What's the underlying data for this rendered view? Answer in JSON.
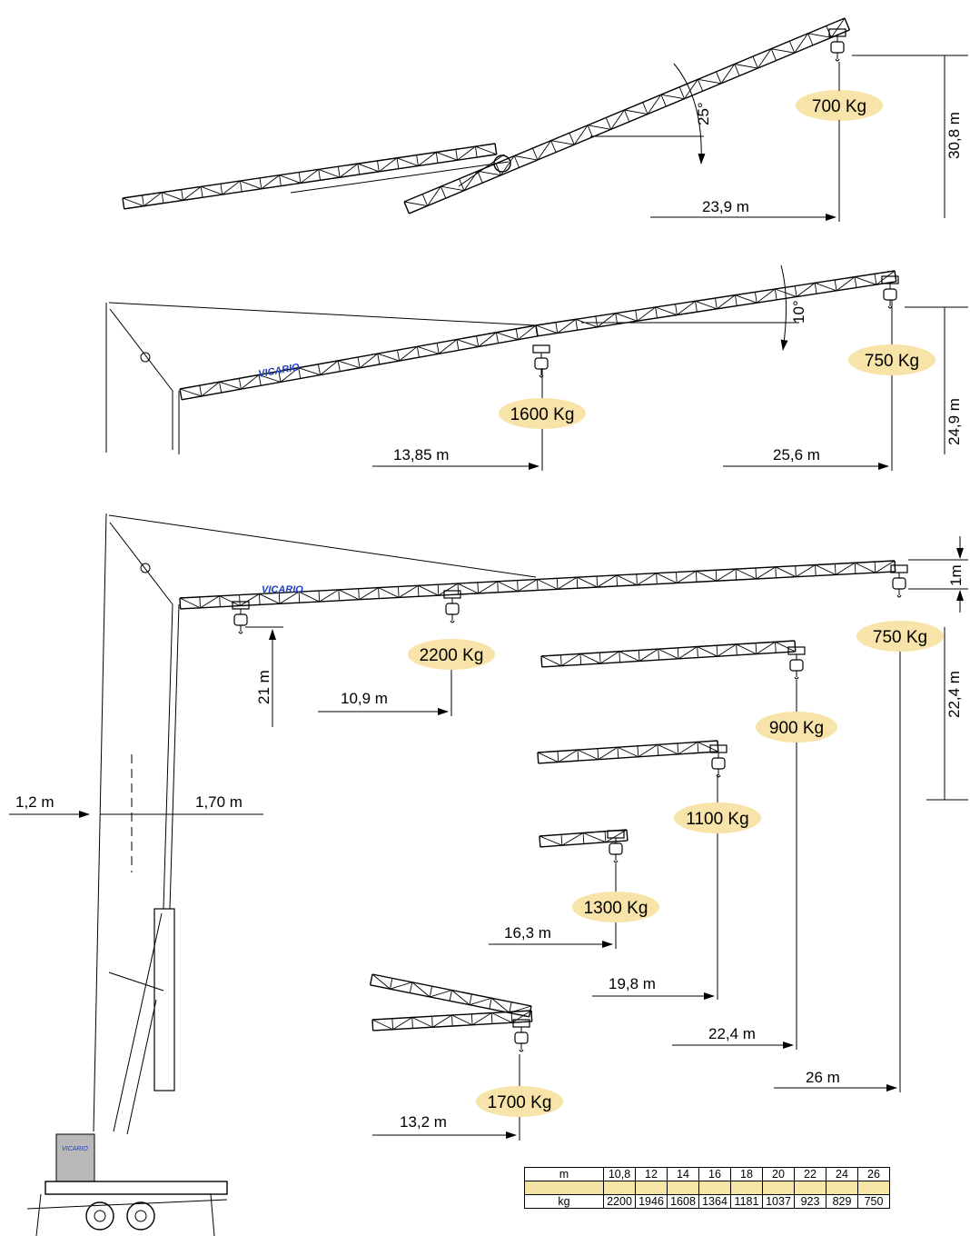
{
  "brand": {
    "boom_logo": "VICARIO",
    "cab_logo": "VICARIO"
  },
  "colors": {
    "load_badge_fill": "#f8e3a8",
    "logo_blue": "#1b3fbf",
    "line": "#000000"
  },
  "config_top": {
    "angle_label": "25°",
    "load_tip": "700 Kg",
    "radius_tip": "23,9 m",
    "height": "30,8 m"
  },
  "config_middle": {
    "angle_label": "10°",
    "load_mid": "1600 Kg",
    "radius_mid": "13,85 m",
    "load_tip": "750 Kg",
    "radius_tip": "25,6 m",
    "height": "24,9 m"
  },
  "config_main": {
    "load_near": "2200 Kg",
    "radius_near": "10,9 m",
    "height_near": "21 m",
    "load_tip": "750 Kg",
    "radius_tip": "26 m",
    "height_tip": "22,4 m",
    "tip_offset": "1m",
    "load_22": "900 Kg",
    "radius_22": "22,4 m",
    "load_19": "1100 Kg",
    "radius_19": "19,8 m",
    "load_16": "1300 Kg",
    "radius_16": "16,3 m",
    "load_13": "1700 Kg",
    "radius_13": "13,2 m",
    "mast_left": "1,2 m",
    "mast_right": "1,70 m"
  },
  "load_table": {
    "row_label_radius": "m",
    "row_label_load": "kg",
    "radii": [
      "10,8",
      "12",
      "14",
      "16",
      "18",
      "20",
      "22",
      "24",
      "26"
    ],
    "loads": [
      "2200",
      "1946",
      "1608",
      "1364",
      "1181",
      "1037",
      "923",
      "829",
      "750"
    ]
  }
}
